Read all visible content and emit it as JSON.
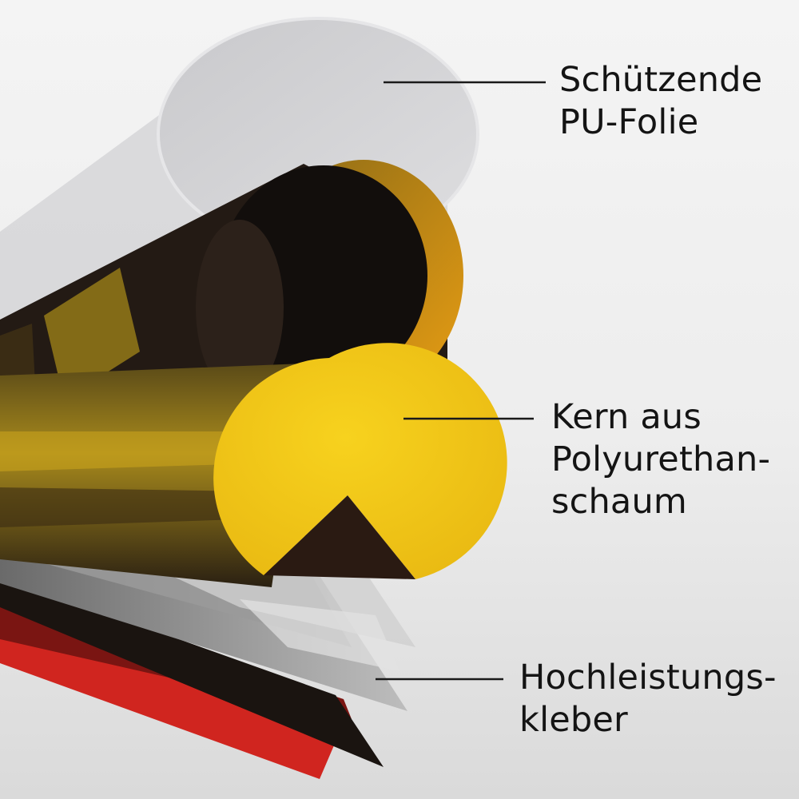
{
  "labels": {
    "top": {
      "line1": "Schützende",
      "line2": "PU-Folie"
    },
    "middle": {
      "line1": "Kern aus",
      "line2": "Polyurethan-",
      "line3": "schaum"
    },
    "bottom": {
      "line1": "Hochleistungs-",
      "line2": "kleber"
    }
  },
  "colors": {
    "background": "#ececec",
    "pu_film": "#d6d6d8",
    "core_yellow": "#f3c81c",
    "core_black": "#1c1512",
    "adhesive_red": "#d0251f",
    "leader_line": "#1a1a1a"
  }
}
